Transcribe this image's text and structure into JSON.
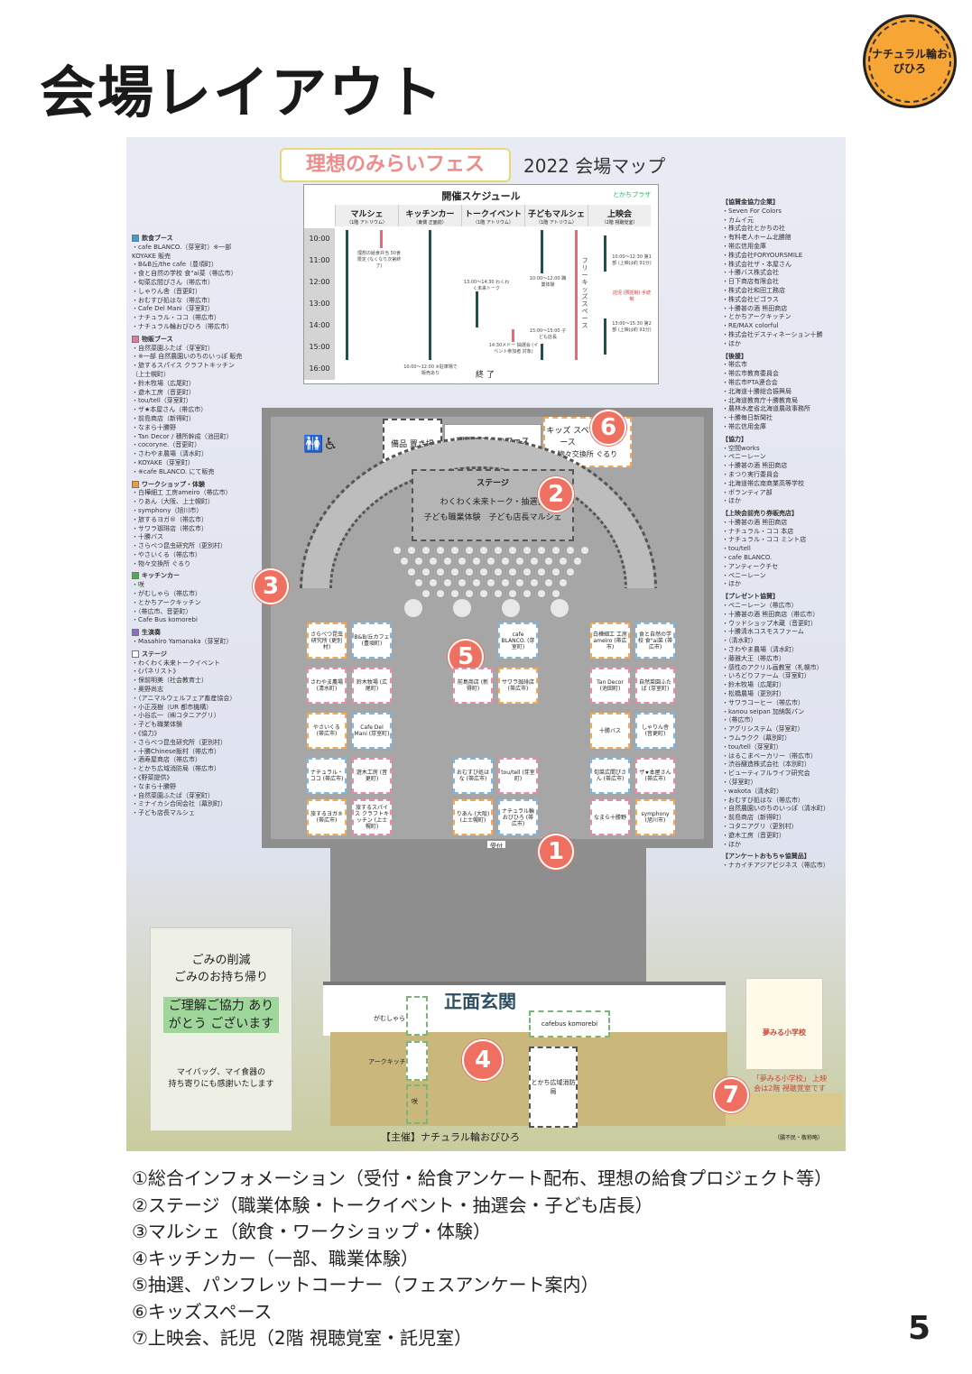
{
  "page": {
    "title": "会場レイアウト",
    "logo": "ナチュラル輪おびひろ",
    "page_number": "5"
  },
  "map": {
    "fest_title": "理想のみらいフェス",
    "subtitle": "2022 会場マップ",
    "schedule": {
      "title": "開催スケジュール",
      "place": "とかちプラザ",
      "columns": [
        {
          "label": "マルシェ",
          "sub": "（1階 アトリウム）"
        },
        {
          "label": "キッチンカー",
          "sub": "（東側 正面前）"
        },
        {
          "label": "トークイベント",
          "sub": "（1階 アトリウム）"
        },
        {
          "label": "子どもマルシェ",
          "sub": "（1階 アトリウム）"
        },
        {
          "label": "上映会",
          "sub": "（2階 視聴覚室）"
        }
      ],
      "times": [
        "10:00",
        "11:00",
        "12:00",
        "13:00",
        "14:00",
        "15:00",
        "16:00"
      ],
      "notes": {
        "marche_pre": "理想の給食弁当 50食限定 (なくなり次第終了)",
        "kitchen_end": "10:00〜12:00 ※駐車場で販売あり",
        "talk": "13:00〜14:30 わくわく未来トーク",
        "kids1": "10:00〜12:00 職業体験",
        "kids2": "15:00〜15:00 子ども店長",
        "lottery": "14:30メドー 抽選会 (イベント参加者 対象)",
        "free": "フリーキッズスペース",
        "movie1": "10:00〜12:30 第1部 (上映は約 91分)",
        "movie_care": "託児 (預託制) 手続制",
        "movie2": "13:00〜15:30 第2部 (上映は約 91分)",
        "end": "終 了"
      }
    },
    "left_legend": [
      {
        "heading": "飲食ブース",
        "color": "#3aa0d6",
        "items": [
          "cafe BLANCO.（芽室町）※一部 KOYAKE 販売",
          "B&B丘/the cafe（豊頃町）",
          "食と自然の学校 食\"ai菜（帯広市）",
          "旬菜広間ぴさん（帯広市）",
          "しゃりん舎（音更町）",
          "おむすび処はな（帯広市）",
          "Cafe Del Mani（芽室町）",
          "ナチュラル・ココ（帯広市）",
          "ナチュラル輪おびひろ（帯広市）"
        ]
      },
      {
        "heading": "物販ブース",
        "color": "#e877a0",
        "items": [
          "自然菜園ふたば（芽室町）",
          "※一部 自然農園いのちのいっぽ 販売",
          "旅するスパイス クラフトキッチン（上士幌町）",
          "鈴木牧場（広尾町）",
          "遊木工房（音更町）",
          "tou/tell（芽室町）",
          "ザ★本屋さん（帯広市）",
          "前島商店（新得町）",
          "なまら十勝野",
          "Tan Decor / 積所幹成（池田町）",
          "cocoryne.（音更町）",
          "さわやま農場（清水町）",
          "KOYAKE（芽室町）",
          "※cafe BLANCO. にて販売"
        ]
      },
      {
        "heading": "ワークショップ・体験",
        "color": "#f39a3a",
        "items": [
          "白樺細工 工房ameiro（帯広市）",
          "りあん（大阪、上士幌町）",
          "symphony（旭川市）",
          "旅するヨガ®（帯広市）",
          "サワラ珈琲店（帯広市）",
          "十勝バス",
          "さらべつ昆虫研究所（更別村）",
          "やさいくる（帯広市）",
          "物々交換所 ぐるり"
        ]
      },
      {
        "heading": "キッチンカー",
        "color": "#4caf50",
        "items": [
          "咲",
          "がむしゃら（帯広市）",
          "とかちアークキッチン",
          "（帯広市、音更町）",
          "Cafe Bus komorebi"
        ]
      },
      {
        "heading": "生演奏",
        "color": "#8e6bc2",
        "items": [
          "Masahiro Yamanaka（芽室町）"
        ]
      },
      {
        "heading": "ステージ",
        "color": "#ffffff",
        "items": [
          "わくわく未来トークイベント",
          "《パネリスト》",
          "保前明美（社会教育士）",
          "奥野尚志",
          "（アニマルウェルフェア畜産協会）",
          "小正茂樹（UR 都市機構）",
          "小谷広一（㈱コタニアグリ）",
          "子ども職業体験",
          "《協力》",
          "さらべつ昆虫研究所（更別村）",
          "十勝Chinese飯村（帯広市）",
          "酒寿屋商店（帯広市）",
          "とかち広域消防局（帯広市）",
          "《野菜提供》",
          "なまら十勝野",
          "自然菜園ふたば（芽室町）",
          "ミナイカシ合同会社（幕別町）",
          "子ども店長マルシェ"
        ]
      }
    ],
    "right_legend": [
      {
        "heading": "【協賛金協力企業】",
        "items": [
          "Seven For Colors",
          "カムイ元",
          "株式会社とかちの社",
          "有料老人ホーム北勝館",
          "帯広信用金庫",
          "株式会社FORYOURSMILE",
          "株式会社ザ・本屋さん",
          "十勝バス株式会社",
          "日下商店有限会社",
          "株式会社和田工務店",
          "株式会社ビゴラス",
          "十勝甚の酒 熊田商店",
          "とかちアークキッチン",
          "RE/MAX colorful",
          "株式会社デスティネーション十勝",
          "ほか"
        ]
      },
      {
        "heading": "【後援】",
        "items": [
          "帯広市",
          "帯広市教育委員会",
          "帯広市PTA連合会",
          "北海道十勝総合振興局",
          "北海道教育庁十勝教育局",
          "農林水産省北海道農政事務所",
          "十勝毎日新聞社",
          "帯広信用金庫"
        ]
      },
      {
        "heading": "【協力】",
        "items": [
          "空間works",
          "ペニーレーン",
          "十勝甚の酒 熊田商店",
          "まつり実行委員会",
          "北海道帯広南商業高等学校",
          "ボランティア部",
          "ほか"
        ]
      },
      {
        "heading": "【上映会前売り券販売店】",
        "items": [
          "十勝甚の酒 熊田商店",
          "ナチュラル・ココ 本店",
          "ナチュラル・ココ ミント店",
          "tou/tell",
          "cafe BLANCO.",
          "アンティークチセ",
          "ペニーレーン",
          "ほか"
        ]
      },
      {
        "heading": "【プレゼント協賛】",
        "items": [
          "ペニーレーン（帯広市）",
          "十勝甚の酒 熊田商店（帯広市）",
          "ウッドショップ木蔵（音更町）",
          "十勝清水コスモスファーム",
          "（清水町）",
          "さわやま農場（清水町）",
          "藤雅大王（帯広市）",
          "感性のアクリル画教室（札幌市）",
          "いろどりファーム（芽室町）",
          "鈴木牧場（広尾町）",
          "松橋農場（更別村）",
          "サワラコーヒー（帯広市）",
          "kanou seipan 加納製パン",
          "（帯広市）",
          "アグリシステム（芽室町）",
          "ラムラクク（幕別町）",
          "tou/tell（芽室町）",
          "はるこまベーカリー（帯広市）",
          "渋谷醸造株式会社（本別町）",
          "ビューティフルライフ研究会",
          "（芽室町）",
          "wakota（清水町）",
          "おむすび処はな（帯広市）",
          "自然農園いのちのいっぽ（清水町）",
          "前島商店（新得町）",
          "コタニアグリ（更別村）",
          "遊木工房（音更町）",
          "ほか"
        ]
      },
      {
        "heading": "【アンケートおもちゃ協賛品】",
        "items": [
          "ナカイチアジアビジネス（帯広市）"
        ]
      }
    ],
    "hall": {
      "storage": "備品 置き場",
      "banner": "理想のみらいフェス",
      "kids_space": "キッズ スペース",
      "exchange": "物々交換所 ぐるり",
      "stage": "ステージ",
      "stage_sub1": "わくわく未来トーク・抽選会",
      "stage_sub2": "子ども職業体験　子ども店長マルシェ",
      "reception": "受付",
      "entrance": "正面玄関",
      "organizer": "【主催】ナチュラル輪おびひろ",
      "credit": "（腸不民・敬称略）"
    },
    "booths": [
      {
        "name": "さらべつ昆虫研究所 (更別村)",
        "color": "orange"
      },
      {
        "name": "B&B/丘カフェ (豊頃町)",
        "color": "blue"
      },
      {
        "name": "cafe BLANCO. (芽室町)",
        "color": "blue"
      },
      {
        "name": "白樺細工 工房ameiro (帯広市)",
        "color": "orange"
      },
      {
        "name": "食と自然の学校 食\"ai菜 (帯広市)",
        "color": "blue"
      },
      {
        "name": "さわやま農場 (清水町)",
        "color": "pink"
      },
      {
        "name": "鈴木牧場 (広尾町)",
        "color": "pink"
      },
      {
        "name": "前島商店 (新得町)",
        "color": "pink"
      },
      {
        "name": "サワラ珈琲店 (帯広市)",
        "color": "orange"
      },
      {
        "name": "Tan Decor (池田町)",
        "color": "pink"
      },
      {
        "name": "自然菜園ふたば (芽室町)",
        "color": "pink"
      },
      {
        "name": "やさいくる (帯広市)",
        "color": "orange"
      },
      {
        "name": "Cafe Del Mani (芽室町)",
        "color": "blue"
      },
      {
        "name": "十勝バス",
        "color": "orange"
      },
      {
        "name": "しゃりん舎 (音更町)",
        "color": "blue"
      },
      {
        "name": "ナチュラル・ココ (帯広市)",
        "color": "blue"
      },
      {
        "name": "遊木工房 (音更町)",
        "color": "pink"
      },
      {
        "name": "おむすび処はな (帯広市)",
        "color": "blue"
      },
      {
        "name": "tou/tell (芽室町)",
        "color": "pink"
      },
      {
        "name": "旬菜広間ぴさん (帯広市)",
        "color": "blue"
      },
      {
        "name": "ザ★本屋さん (帯広市)",
        "color": "pink"
      },
      {
        "name": "旅するヨガ® (帯広市)",
        "color": "orange"
      },
      {
        "name": "旅するスパイス クラフトキッチン (上士幌町)",
        "color": "pink"
      },
      {
        "name": "りあん (大阪) (上士幌町)",
        "color": "orange"
      },
      {
        "name": "ナチュラル輪 おびひろ (帯広市)",
        "color": "blue"
      },
      {
        "name": "なまら十勝野",
        "color": "pink"
      },
      {
        "name": "symphony (旭川市)",
        "color": "orange"
      }
    ],
    "kitchen": {
      "gamushara": "がむしゃら",
      "ark": "アークキッチン",
      "saki": "咲",
      "cafebus": "cafebus komorebi",
      "fire": "とかち広域消防局"
    },
    "trash_poster": {
      "line1": "ごみの削減",
      "line2": "ごみのお持ち帰り",
      "thanks": "ご理解ご協力 ありがとう ございます",
      "bag1": "マイバッグ、マイ食器の",
      "bag2": "持ち寄りにも感謝いたします"
    },
    "movie_poster": {
      "title": "夢みる小学校",
      "note": "「夢みる小学校」 上映会は2階 視聴覚室です"
    }
  },
  "legend": [
    "①総合インフォメーション（受付・給食アンケート配布、理想の給食プロジェクト等）",
    "②ステージ（職業体験・トークイベント・抽選会・子ども店長）",
    "③マルシェ（飲食・ワークショップ・体験）",
    "④キッチンカー（一部、職業体験）",
    "⑤抽選、パンフレットコーナー（フェスアンケート案内）",
    "⑥キッズスペース",
    "⑦上映会、託児（2階 視聴覚室・託児室）"
  ]
}
